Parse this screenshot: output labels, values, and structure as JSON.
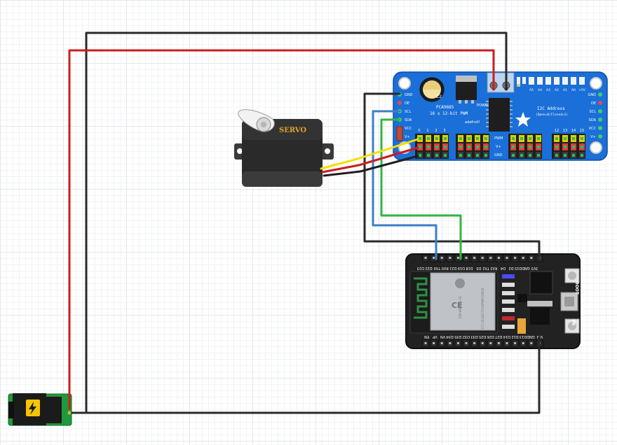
{
  "pca9685": {
    "chip_label": "PCA9685",
    "subtitle": "16 x 12-bit PWM",
    "brand": "adafruit!",
    "power_label": "POWER",
    "cap_label": "C2",
    "i2c_title": "I2C Address",
    "i2c_subtitle": "(Open=0/Closed=1)",
    "addr_labels": [
      "A5",
      "A4",
      "A3",
      "A2",
      "A1",
      "A0",
      "+5V"
    ],
    "left_pins": [
      "GND",
      "OE",
      "SCL",
      "SDA",
      "VCC",
      "V+"
    ],
    "right_pins": [
      "GND",
      "OE",
      "SCL",
      "SDA",
      "VCC",
      "V+"
    ],
    "group_nums": [
      "0",
      "1",
      "2",
      "3",
      "12",
      "13",
      "14",
      "15"
    ],
    "row_labels": [
      "PWM",
      "V+",
      "GND"
    ]
  },
  "servo": {
    "label": "SERVO"
  },
  "esp32": {
    "top_pins": [
      "D23",
      "D22",
      "TX0",
      "RX0",
      "D21",
      "D19",
      "D18",
      "D5",
      "TX2",
      "RX2",
      "D4",
      "D2",
      "D15",
      "GND",
      "3V3"
    ],
    "bottom_pins": [
      "EN",
      "VP",
      "VN",
      "D34",
      "D35",
      "D32",
      "D33",
      "D25",
      "D26",
      "D27",
      "D14",
      "D12",
      "D13",
      "GND",
      "VIN"
    ],
    "boot_label": "BOOT",
    "en_label": "EN",
    "module_name": "ESP-WROOM-32",
    "fcc_id": "FCC ID:2AC7Z-ESPWROOM32"
  },
  "wire_colors": {
    "power": "#cc1e1e",
    "ground": "#2a2a2a",
    "scl": "#3a7fc8",
    "sda": "#2fb545",
    "signal": "#f3e000"
  },
  "board_colors": {
    "pca": "#1a6fd8",
    "esp": "#222222",
    "header": "#2b2b2b",
    "jack": "#1e9a3c"
  }
}
